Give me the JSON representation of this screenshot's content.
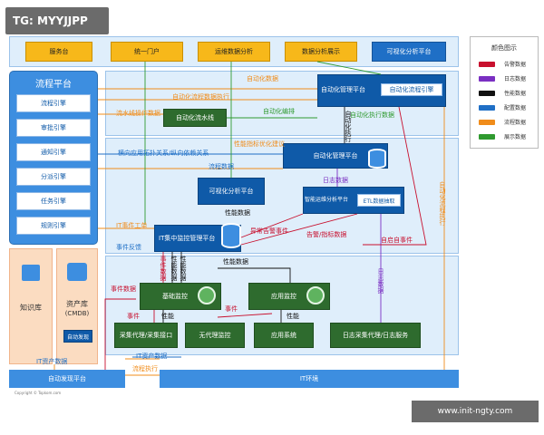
{
  "header": {
    "watermark_tag": "TG: MYYJJPP"
  },
  "top_row": [
    "服务台",
    "统一门户",
    "运维数据分析",
    "数据分析展示",
    "可视化分析平台"
  ],
  "flow_platform": {
    "title": "流程平台",
    "items": [
      "流程引擎",
      "审批引擎",
      "通知引擎",
      "分派引擎",
      "任务引擎",
      "规则引擎"
    ]
  },
  "knowledge_base": "知识库",
  "cmdb": {
    "title": "资产库",
    "subtitle": "(CMDB)",
    "button": "自动发现"
  },
  "auto_discovery_platform": "自动发现平台",
  "it_environment": "IT环境",
  "automation_mgmt_top": {
    "title": "自动化管理平台",
    "engine": "自动化流程引擎"
  },
  "automation_pipeline": "自动化流水线",
  "automation_mgmt_mid": "自动化管理平台",
  "visual_analysis": "可视化分析平台",
  "intelligent_ops": {
    "title": "智能运维分析平台",
    "etl": "ETL数据抽取"
  },
  "it_monitoring": "IT集中监控管理平台",
  "base_monitoring": "基础监控",
  "app_monitoring": "应用监控",
  "collectors": [
    "采集代理/采集接口",
    "无代理监控",
    "应用系统",
    "日志采集代理/日志服务"
  ],
  "flow_labels": {
    "auto_data_1": "自动化数据",
    "auto_flow_exec": "自动化流程数据执行",
    "flow_pipeline_data": "流水线操作数据",
    "auto_orchestrate": "自动化编排",
    "auto_exec_data": "自动化执行数据",
    "perf_opt": "性能指标优化建议",
    "app_topology": "横向应用拓扑关系/纵向依赖关系",
    "flow_data": "流程数据",
    "perf_data_1": "性能数据",
    "log_data_1": "日志数据",
    "it_event_ticket": "IT事件工单",
    "abnormal_event": "异常告警事件",
    "alarm_metric": "告警/指标数据",
    "auto_event": "自启自事件",
    "event_feedback": "事件反馈",
    "event_data": "事件数据",
    "perf_data_2": "性能数据",
    "perf_data_3": "性能数据",
    "event": "事件",
    "perf": "性能",
    "log_data_2": "日志数据",
    "it_asset_data": "IT资产数据",
    "flow_exec": "流程执行",
    "it_asset_data_2": "IT资产数据",
    "auto_flow_exec_right": "自动化流程执行",
    "perf_data_v": "性能数据",
    "auto_exec_v": "自动化执行"
  },
  "legend": {
    "title": "颜色图示",
    "items": [
      {
        "label": "告警数据",
        "color": "#c8102e"
      },
      {
        "label": "日志数据",
        "color": "#7a2fc2"
      },
      {
        "label": "性能数据",
        "color": "#111111"
      },
      {
        "label": "配置数据",
        "color": "#1f6fc6"
      },
      {
        "label": "流程数据",
        "color": "#f08c1a"
      },
      {
        "label": "展示数据",
        "color": "#2f9a2f"
      }
    ]
  },
  "footer": {
    "copyright": "Copyright © Topkom.com",
    "site_badge": "www.init-ngty.com"
  }
}
